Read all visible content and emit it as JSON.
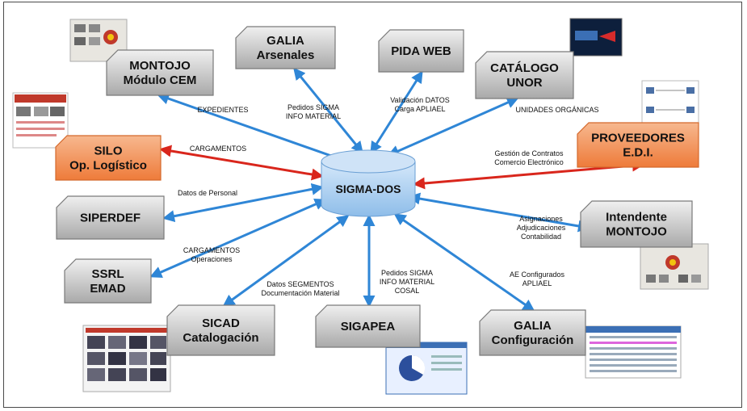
{
  "center": {
    "label": "SIGMA-DOS"
  },
  "nodes": {
    "montojo_cem": [
      "MONTOJO",
      "Módulo CEM"
    ],
    "galia_arsenales": [
      "GALIA",
      "Arsenales"
    ],
    "pida_web": [
      "PIDA WEB"
    ],
    "catalogo_unor": [
      "CATÁLOGO",
      "UNOR"
    ],
    "proveedores": [
      "PROVEEDORES",
      "E.D.I."
    ],
    "silo": [
      "SILO",
      "Op. Logístico"
    ],
    "siperdef": [
      "SIPERDEF"
    ],
    "intendente": [
      "Intendente",
      "MONTOJO"
    ],
    "ssrl": [
      "SSRL",
      "EMAD"
    ],
    "sicad": [
      "SICAD",
      "Catalogación"
    ],
    "sigapea": [
      "SIGAPEA"
    ],
    "galia_conf": [
      "GALIA",
      "Configuración"
    ]
  },
  "edges": {
    "expedientes": [
      "EXPEDIENTES"
    ],
    "pedidos_galia": [
      "Pedidos SIGMA",
      "INFO MATERIAL"
    ],
    "validacion": [
      "Validación DATOS",
      "Carga APLIAEL"
    ],
    "unidades": [
      "UNIDADES ORGÁNICAS"
    ],
    "gestion": [
      "Gestión de Contratos",
      "Comercio Electrónico"
    ],
    "cargamentos_silo": [
      "CARGAMENTOS"
    ],
    "datos_personal": [
      "Datos de Personal"
    ],
    "asignaciones": [
      "Asignaciones",
      "Adjudicaciones",
      "Contabilidad"
    ],
    "cargamentos_ssrl": [
      "CARGAMENTOS",
      "Operaciones"
    ],
    "datos_seg": [
      "Datos SEGMENTOS",
      "Documentación Material"
    ],
    "pedidos_sigapea": [
      "Pedidos SIGMA",
      "INFO MATERIAL",
      "COSAL"
    ],
    "ae_conf": [
      "AE Configurados",
      "APLIAEL"
    ]
  },
  "colors": {
    "box_gray": "#cfcfcf",
    "box_orange": "#f39a62",
    "cylinder": "#a8cdf0",
    "arrow_blue": "#2f86d6",
    "arrow_red": "#d9261c"
  },
  "thumbnails": [
    "montojo-cem-screenshot",
    "catalogo-unor-screenshot",
    "silo-screenshot",
    "proveedores-screenshot",
    "intendente-screenshot",
    "sicad-screenshot",
    "sigapea-screenshot",
    "galia-configuracion-screenshot"
  ]
}
